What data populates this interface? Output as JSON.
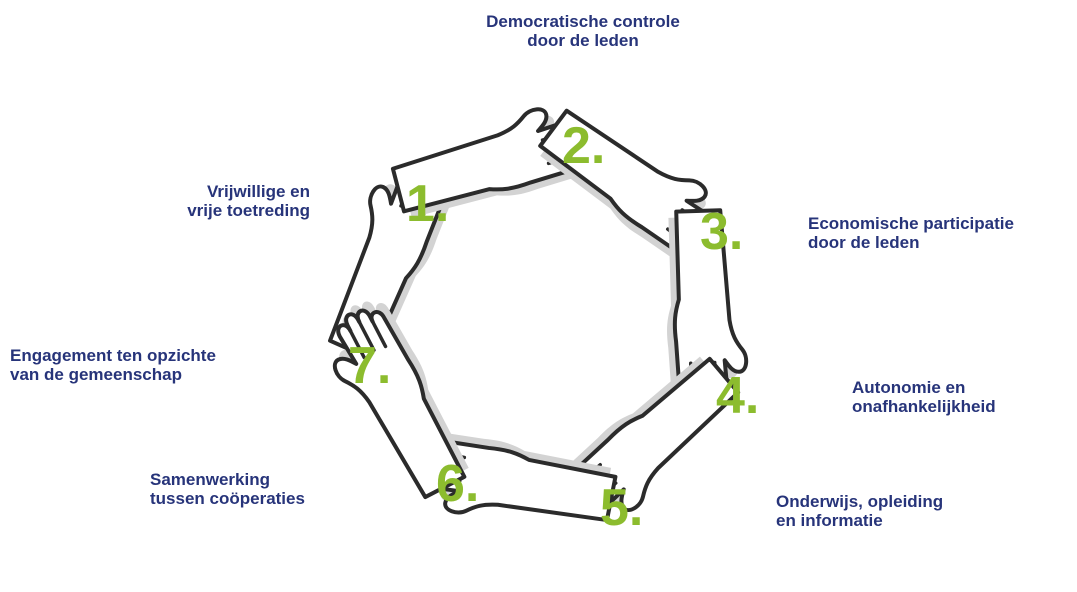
{
  "principles": [
    {
      "number": "1.",
      "label_lines": [
        "Vrijwillige en",
        "vrije toetreding"
      ]
    },
    {
      "number": "2.",
      "label_lines": [
        "Democratische controle",
        "door de leden"
      ]
    },
    {
      "number": "3.",
      "label_lines": [
        "Economische participatie",
        "door de leden"
      ]
    },
    {
      "number": "4.",
      "label_lines": [
        "Autonomie en",
        "onafhankelijkheid"
      ]
    },
    {
      "number": "5.",
      "label_lines": [
        "Onderwijs, opleiding",
        "en informatie"
      ]
    },
    {
      "number": "6.",
      "label_lines": [
        "Samenwerking",
        "tussen coöperaties"
      ]
    },
    {
      "number": "7.",
      "label_lines": [
        "Engagement ten opzichte",
        "van de gemeenschap"
      ]
    }
  ],
  "colors": {
    "label": "#27347a",
    "number": "#8cbc2e",
    "outline": "#2b2b2b",
    "shadow": "#d3d3d3",
    "hand_fill": "#ffffff"
  },
  "icon": "seven-hands-circle"
}
